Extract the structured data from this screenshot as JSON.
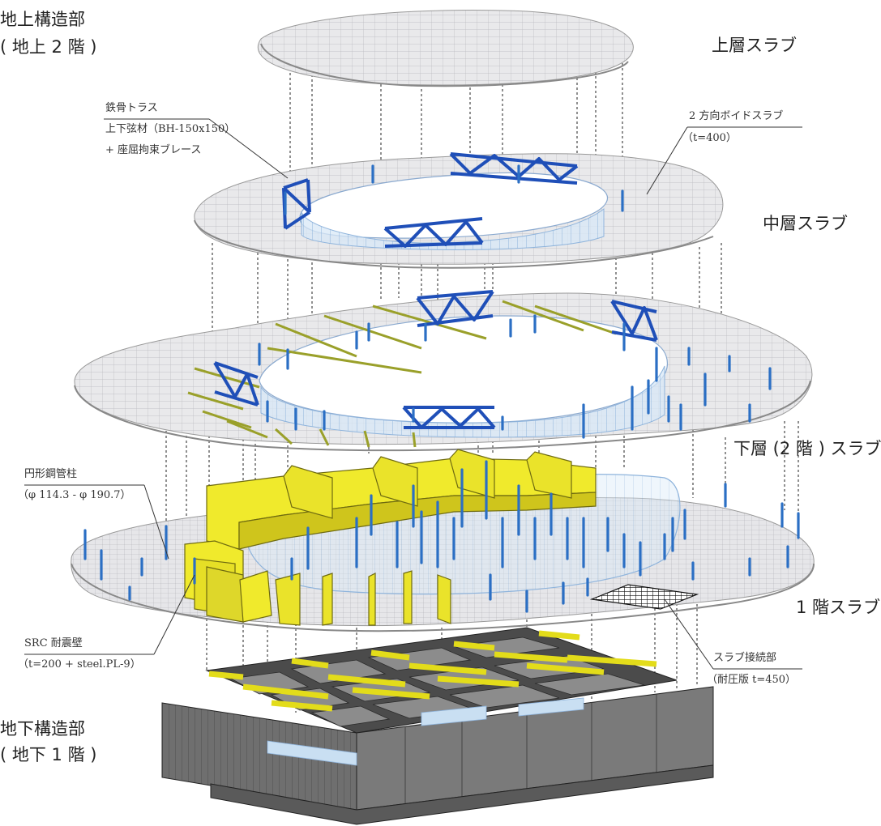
{
  "labels": {
    "above_ground_title": "地上構造部",
    "above_ground_floors": "( 地上 2 階 )",
    "upper_slab": "上層スラブ",
    "middle_slab": "中層スラブ",
    "lower_slab": "下層 (2 階 ) スラブ",
    "first_floor_slab": "1 階スラブ",
    "basement_title": "地下構造部",
    "basement_floors": "( 地下 1 階 )",
    "truss_line1": "鉄骨トラス",
    "truss_line2": "上下弦材（BH-150x150）",
    "truss_line3": "+ 座屈拘束ブレース",
    "void_slab_line1": "2 方向ボイドスラブ",
    "void_slab_line2": "（t=400）",
    "column_line1": "円形鋼管柱",
    "column_line2": "（φ 114.3 - φ 190.7）",
    "shear_wall_line1": "SRC 耐震壁",
    "shear_wall_line2": "（t=200 + steel.PL-9）",
    "connection_line1": "スラブ接続部",
    "connection_line2": "（耐圧版 t=450）"
  },
  "colors": {
    "slab": "#e9e9eb",
    "mesh": "#b8b8be",
    "truss": "#1f4fb8",
    "column": "#2b6fc4",
    "glass": "#cfe3f6",
    "wall": "#f0ea2c",
    "wall_edge": "#6e6a10",
    "beam": "#9aa02a",
    "basement": "#6b6b6b",
    "dashed": "#222222"
  }
}
